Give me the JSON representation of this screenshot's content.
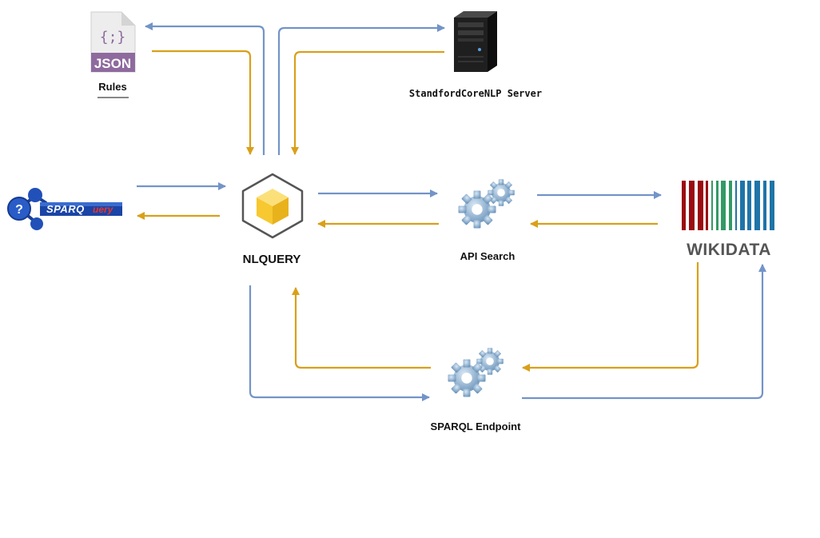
{
  "colors": {
    "request_arrow": "#7394c8",
    "response_arrow": "#d9a01a",
    "cube": "#f7c830",
    "wikidata_red": "#9b0c12",
    "wikidata_green": "#339966",
    "wikidata_blue": "#1f74a8",
    "gear": "#9ab9d4",
    "server": "#1e1e1e",
    "json_purple": "#8e6a9e"
  },
  "nodes": {
    "rules": {
      "label": "Rules",
      "file_tag": "JSON",
      "file_glyph": "{;}",
      "icon": "json-file-icon"
    },
    "corenlp": {
      "label": "StandfordCoreNLP Server",
      "icon": "server-icon"
    },
    "sparquery": {
      "logo_text_a": "SPARQ",
      "logo_text_b": "uery",
      "icon": "sparquery-logo"
    },
    "nlquery": {
      "label": "NLQUERY",
      "icon": "cube-icon"
    },
    "api_search": {
      "label": "API Search",
      "icon": "gears-icon"
    },
    "wikidata": {
      "label": "WIKIDATA",
      "icon": "barcode-icon"
    },
    "sparql_endpoint": {
      "label": "SPARQL Endpoint",
      "icon": "gears-icon"
    }
  }
}
